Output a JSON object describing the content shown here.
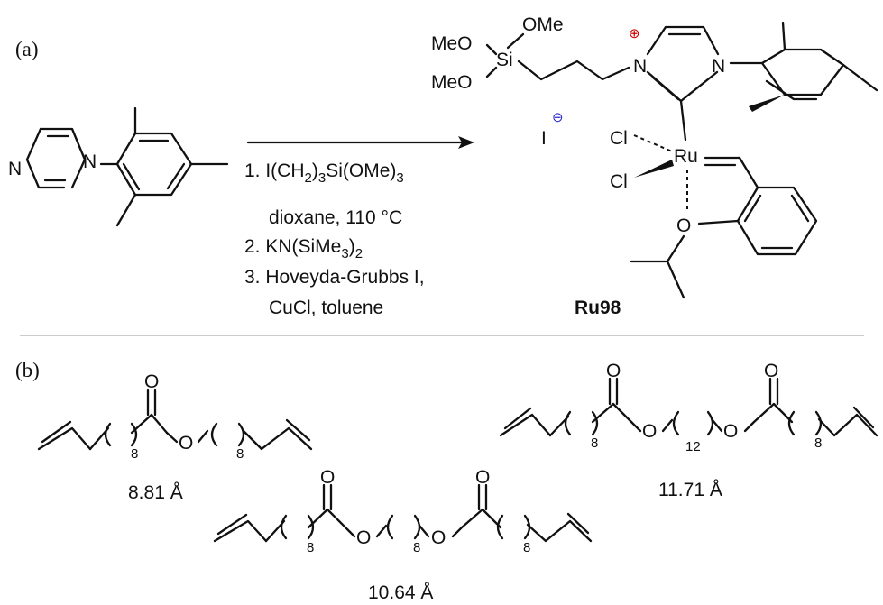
{
  "panels": {
    "a_label": "(a)",
    "b_label": "(b)"
  },
  "reagents": {
    "step1_line1": "1. I(CH",
    "step1_sub2": "2",
    "step1_mid": ")",
    "step1_sub3": "3",
    "step1_end": "Si(OMe)",
    "step1_sub3b": "3",
    "step1_line2": "dioxane, 110 °C",
    "step2": "2. KN(SiMe",
    "step2_sub": "3",
    "step2_end": ")",
    "step2_sub2": "2",
    "step3_line1": "3. Hoveyda-Grubbs I,",
    "step3_line2": "CuCl, toluene"
  },
  "atoms": {
    "n": "N",
    "o": "O",
    "si": "Si",
    "ru": "Ru",
    "cl": "Cl",
    "ome": "OMe",
    "meo": "MeO",
    "iodide": "I",
    "plus": "⊕",
    "minus": "⊖"
  },
  "product_name": "Ru98",
  "substrates": [
    {
      "subscript_a": "8",
      "subscript_b": "8",
      "distance": "8.81 Å"
    },
    {
      "subscript_a": "8",
      "subscript_b": "12",
      "subscript_c": "8",
      "distance": "11.71 Å"
    },
    {
      "subscript_a": "8",
      "subscript_b": "8",
      "subscript_c": "8",
      "distance": "10.64 Å"
    }
  ]
}
